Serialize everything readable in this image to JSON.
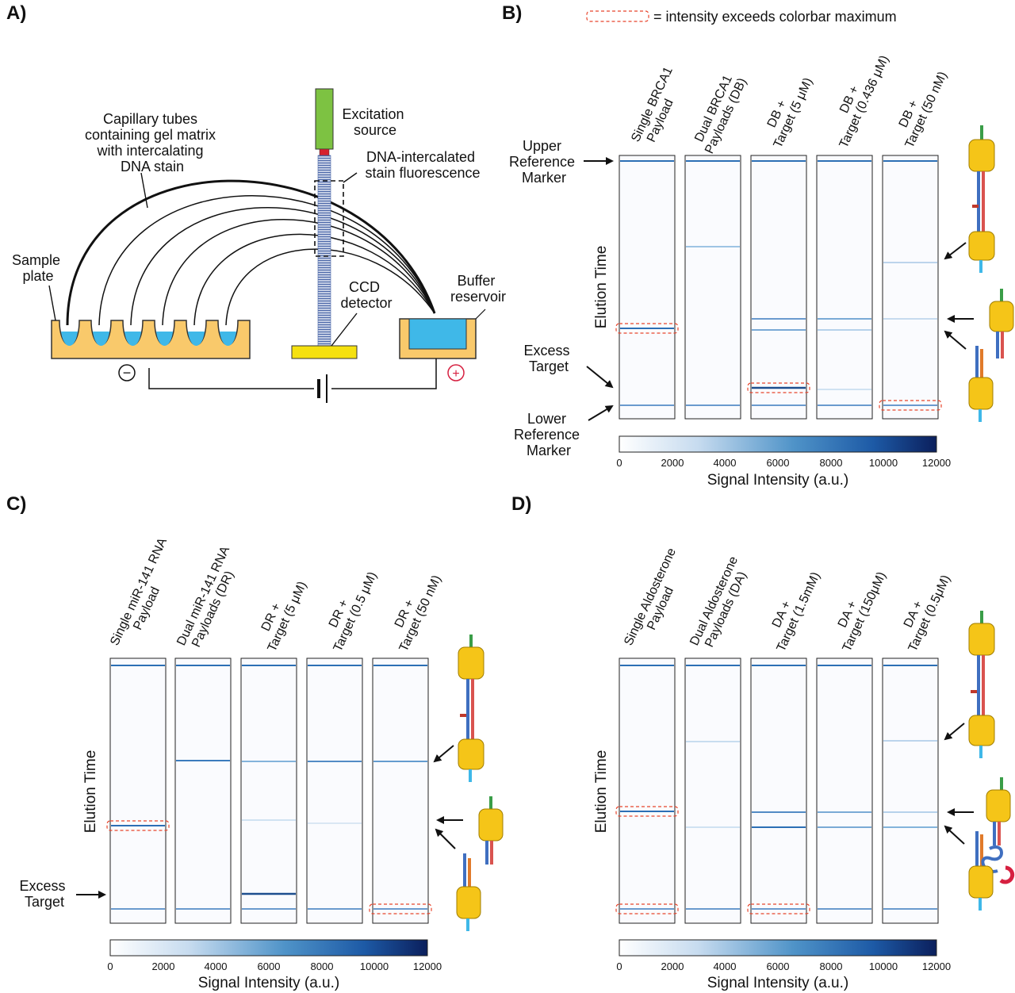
{
  "panel_labels": {
    "a": "A)",
    "b": "B)",
    "c": "C)",
    "d": "D)"
  },
  "panel_a": {
    "capillary_label": [
      "Capillary tubes",
      "containing gel matrix",
      "with intercalating",
      "DNA stain"
    ],
    "excitation_label": [
      "Excitation",
      "source"
    ],
    "fluorescence_label": [
      "DNA-intercalated",
      "stain fluorescence"
    ],
    "sample_plate_label": [
      "Sample",
      "plate"
    ],
    "ccd_label": [
      "CCD",
      "detector"
    ],
    "buffer_label": [
      "Buffer",
      "reservoir"
    ],
    "minus_symbol": "−",
    "plus_symbol": "+"
  },
  "legend": {
    "text": "= intensity exceeds colorbar maximum"
  },
  "panel_b": {
    "columns": [
      [
        "Single BRCA1",
        "Payload"
      ],
      [
        "Dual BRCA1",
        "Payloads (DB)"
      ],
      [
        "DB +",
        "Target (5 μM)"
      ],
      [
        "DB +",
        "Target (0.436 μM)"
      ],
      [
        "DB +",
        "Target (50 nM)"
      ]
    ],
    "upper_marker_label": [
      "Upper",
      "Reference",
      "Marker"
    ],
    "excess_label": [
      "Excess",
      "Target"
    ],
    "lower_marker_label": [
      "Lower",
      "Reference",
      "Marker"
    ],
    "axis_label": "Elution Time"
  },
  "panel_c": {
    "columns": [
      [
        "Single miR-141 RNA",
        "Payload"
      ],
      [
        "Dual miR-141 RNA",
        "Payloads (DR)"
      ],
      [
        "DR +",
        "Target (5 μM)"
      ],
      [
        "DR +",
        "Target (0.5 μM)"
      ],
      [
        "DR +",
        "Target (50 nM)"
      ]
    ],
    "excess_label": [
      "Excess",
      "Target"
    ],
    "axis_label": "Elution Time"
  },
  "panel_d": {
    "columns": [
      [
        "Single Aldosterone",
        "Payload"
      ],
      [
        "Dual Aldosterone",
        "Payloads (DA)"
      ],
      [
        "DA +",
        "Target (1.5mM)"
      ],
      [
        "DA +",
        "Target (150μM)"
      ],
      [
        "DA +",
        "Target (0.5μM)"
      ]
    ],
    "axis_label": "Elution Time"
  },
  "colorbar": {
    "title": "Signal Intensity (a.u.)",
    "ticks": [
      "0",
      "2000",
      "4000",
      "6000",
      "8000",
      "10000",
      "12000"
    ],
    "min": 0,
    "max": 12000,
    "color_low": "#ffffff",
    "color_high": "#0b1f5c"
  },
  "colors": {
    "plate": "#f9c96b",
    "liquid": "#3fb8e8",
    "excitation": "#7dc242",
    "ccd": "#f5e10f",
    "overflow_box": "#e8452c",
    "band": "#2c6fb5",
    "nanostructure": "#f5c518",
    "plus_circle": "#d62040"
  }
}
